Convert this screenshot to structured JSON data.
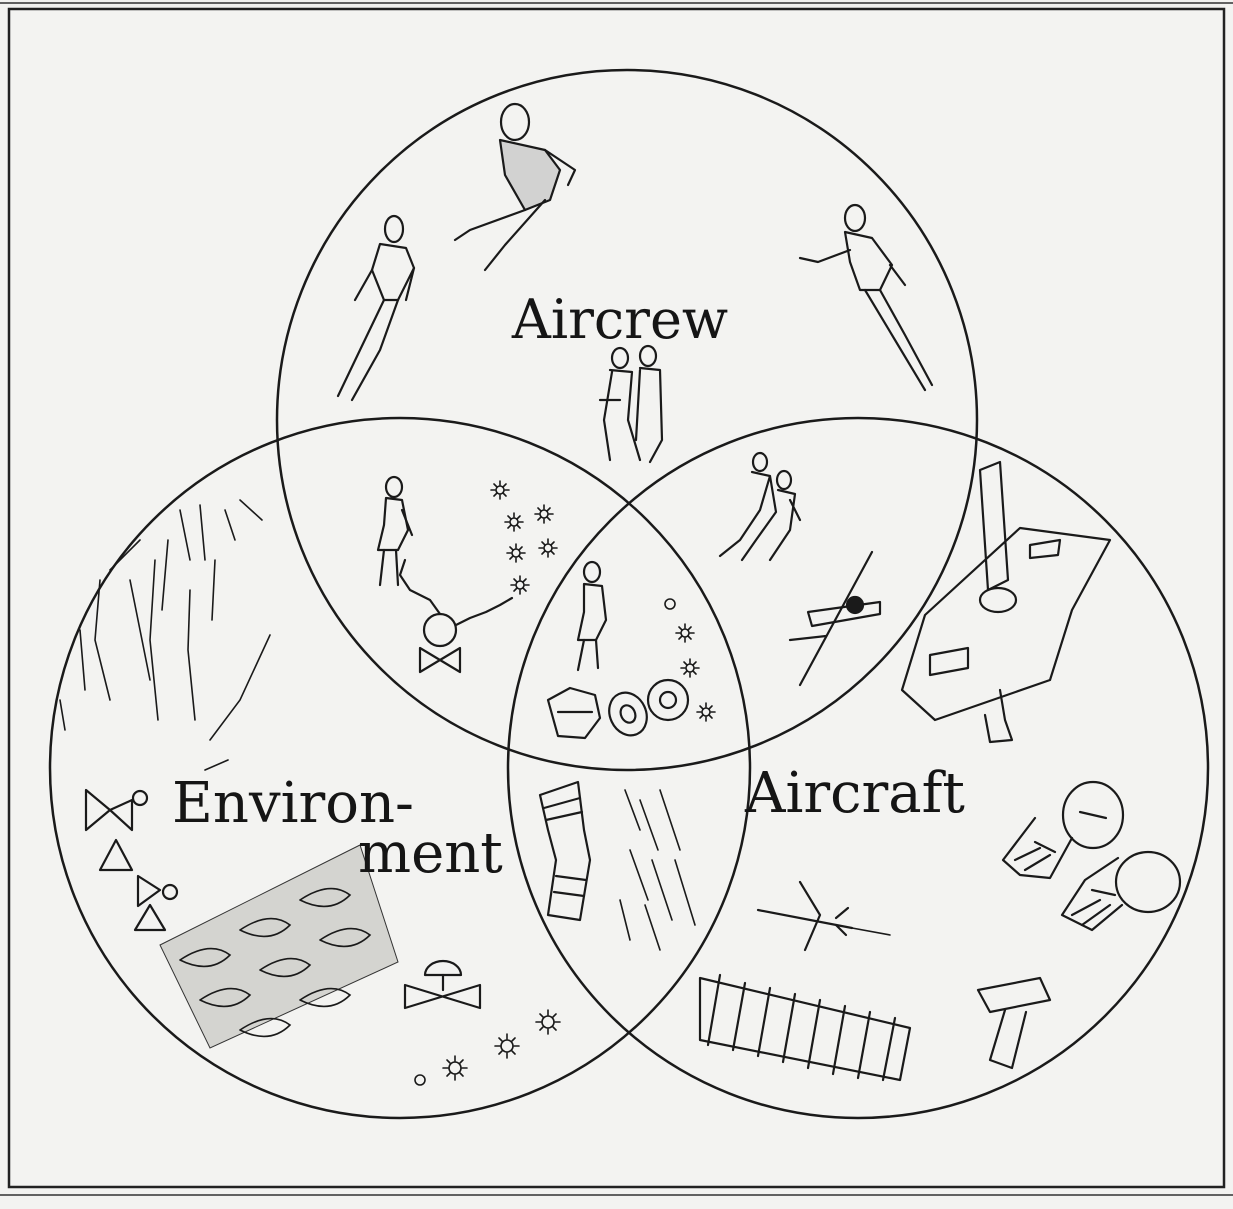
{
  "diagram": {
    "sets": [
      {
        "id": "aircrew",
        "label": "Aircrew"
      },
      {
        "id": "environment",
        "label_line1": "Environ-",
        "label_line2": "ment"
      },
      {
        "id": "aircraft",
        "label": "Aircraft"
      }
    ],
    "colors": {
      "ink": "#1a1a1a",
      "paper": "#f3f3f1"
    },
    "icons": [
      "walking-man-icon",
      "standing-man-icon",
      "woman-gesturing-icon",
      "couple-icon",
      "woman-figure-icon",
      "sparkle-icon",
      "valve-icon",
      "people-pair-icon",
      "propeller-airplane-icon",
      "toggle-switch-icon",
      "wind-arrows-icon",
      "leaf-texture-icon",
      "screw-icon",
      "jet-airplane-icon",
      "coil-spring-icon",
      "tee-fitting-icon",
      "hose-fitting-icon",
      "washer-icon",
      "nut-icon"
    ]
  }
}
